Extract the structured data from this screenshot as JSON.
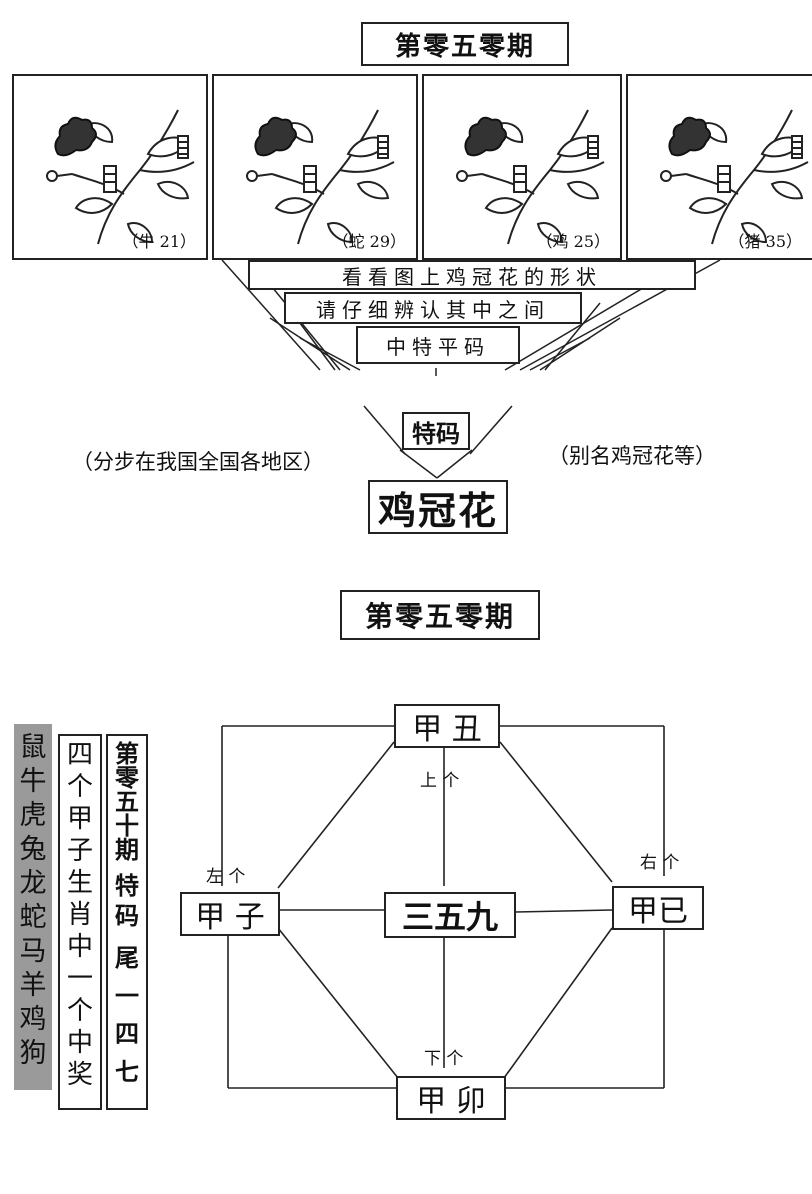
{
  "top": {
    "title": "第零五零期",
    "panels": [
      {
        "label": "（牛 21）"
      },
      {
        "label": "（蛇 29）"
      },
      {
        "label": "（鸡 25）"
      },
      {
        "label": "（猪 35）"
      }
    ],
    "caption_line1": "看看图上鸡冠花的形状",
    "caption_line2": "请仔细辨认其中之间",
    "caption_line3": "中特平码",
    "special_label": "特码",
    "note_left": "（分步在我国全国各地区）",
    "note_right": "（别名鸡冠花等）",
    "answer": "鸡冠花"
  },
  "bottom": {
    "title": "第零五零期",
    "zodiac_column": [
      "鼠",
      "牛",
      "虎",
      "兔",
      "龙",
      "蛇",
      "马",
      "羊",
      "鸡",
      "狗"
    ],
    "hint_column": [
      "四",
      "个",
      "甲",
      "子",
      "生",
      "肖",
      "中",
      "一",
      "个",
      "中",
      "奖"
    ],
    "issue_column": [
      "第",
      "零",
      "五",
      "十",
      "期",
      "特",
      "码",
      "尾",
      "一",
      "四",
      "七"
    ],
    "diagram": {
      "top_node": "甲 丑",
      "left_node": "甲 子",
      "right_node": "甲已",
      "bottom_node": "甲 卯",
      "center": "三五九",
      "label_up": "上 个",
      "label_left": "左 个",
      "label_right": "右 个",
      "label_down": "下 个"
    }
  },
  "colors": {
    "ink": "#111111",
    "shade": "#9a9a9a"
  }
}
